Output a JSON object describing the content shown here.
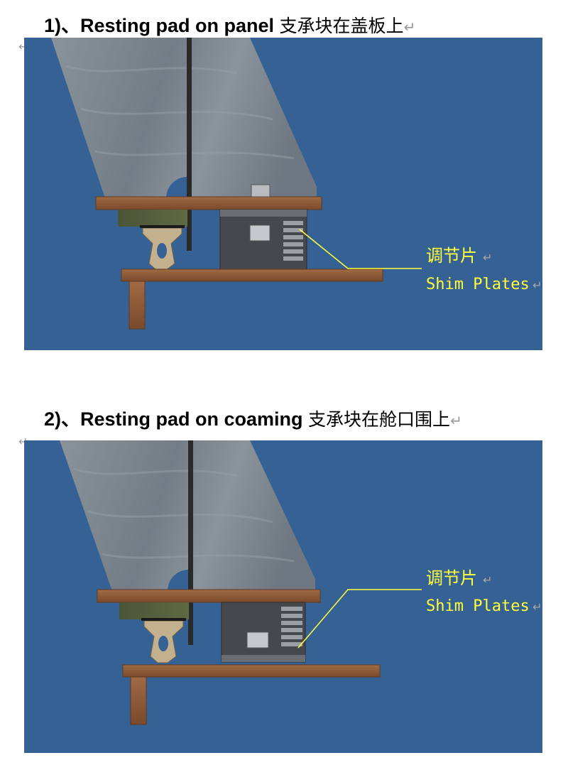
{
  "diagram1": {
    "title_en": "1)、Resting pad on panel",
    "title_cn": "支承块在盖板上",
    "label_cn": "调节片",
    "label_en": "Shim Plates"
  },
  "diagram2": {
    "title_en": "2)、Resting pad on coaming",
    "title_cn": "支承块在舱口围上",
    "label_cn": "调节片",
    "label_en": "Shim Plates"
  },
  "colors": {
    "background": "#ffffff",
    "panel_blue": "#356194",
    "steel_gray": "#7d8690",
    "copper": "#8c5836",
    "label_yellow": "#ffff3a"
  },
  "icons": {
    "paragraph_mark": "return-arrow-glyph"
  }
}
